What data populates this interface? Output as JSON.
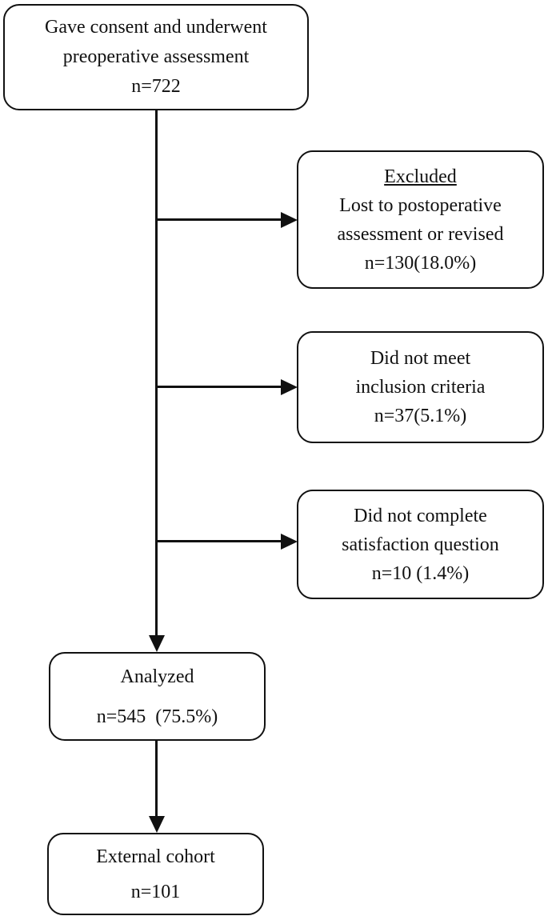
{
  "diagram": {
    "title": "Participant flow diagram",
    "colors": {
      "background": "#ffffff",
      "box_border": "#111111",
      "text": "#111111",
      "connector": "#111111"
    },
    "nodes": {
      "consent": {
        "lines": [
          "Gave consent and underwent",
          "preoperative assessment",
          "n=722"
        ]
      },
      "excluded_lost": {
        "heading": "Excluded",
        "lines": [
          "Lost to postoperative",
          "assessment or revised",
          "n=130(18.0%)"
        ]
      },
      "inclusion_criteria": {
        "lines": [
          "Did not meet",
          "inclusion criteria",
          "n=37(5.1%)"
        ]
      },
      "satisfaction_question": {
        "lines": [
          "Did not complete",
          "satisfaction question",
          "n=10 (1.4%)"
        ]
      },
      "analyzed": {
        "lines": [
          "Analyzed",
          "n=545  (75.5%)"
        ]
      },
      "external_cohort": {
        "lines": [
          "External cohort",
          "n=101"
        ]
      }
    }
  }
}
